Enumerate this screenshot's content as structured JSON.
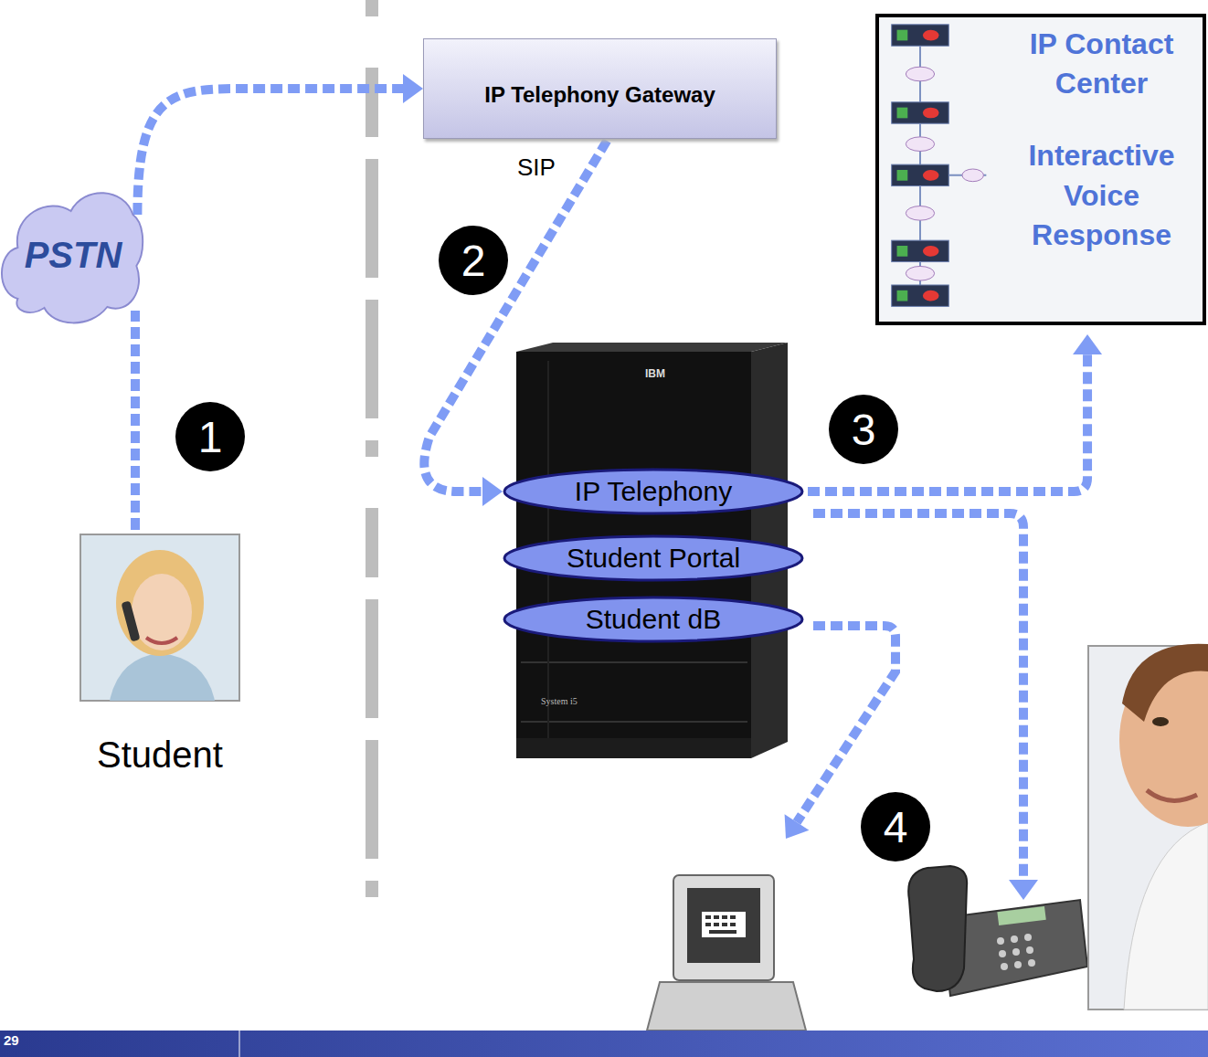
{
  "diagram": {
    "nodes": [
      {
        "text": [
          "IP Telephony Gateway"
        ]
      },
      {
        "text": [
          "IP Contact Center",
          "Interactive Voice Response"
        ]
      },
      {
        "text": [
          "PSTN"
        ]
      },
      {
        "text": [
          "IP Telephony"
        ]
      },
      {
        "text": [
          "Student Portal"
        ]
      },
      {
        "text": [
          "Student dB"
        ]
      },
      {
        "text": [
          "Student"
        ]
      }
    ],
    "edges": [
      {
        "from": 6,
        "to": 2,
        "arrow": "none"
      },
      {
        "from": 2,
        "to": 0,
        "arrow": "to"
      },
      {
        "from": 0,
        "to": 3,
        "arrow": "to"
      },
      {
        "from": 3,
        "to": 1,
        "arrow": "to"
      }
    ],
    "labels": [
      "SIP",
      "1",
      "2",
      "3",
      "4",
      "IBM",
      "System i5",
      "29"
    ]
  }
}
